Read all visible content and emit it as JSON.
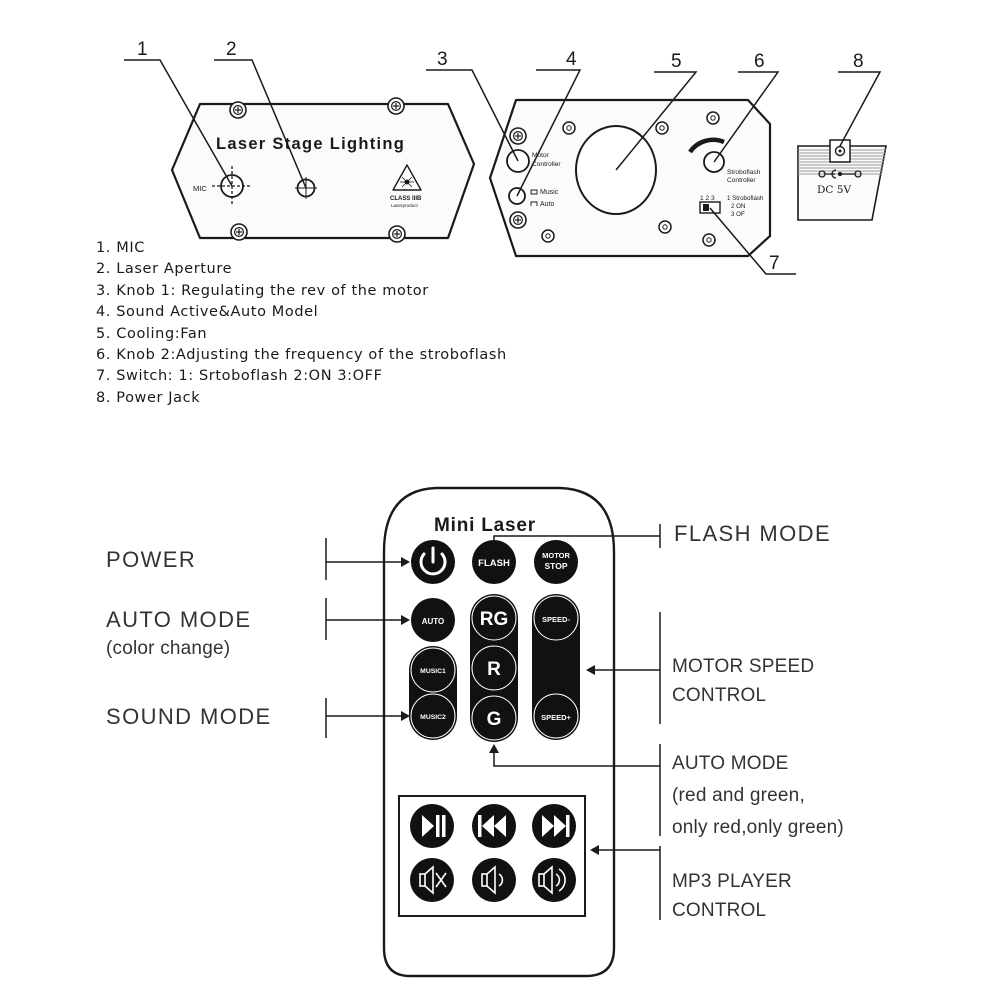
{
  "device": {
    "front_title": "Laser Stage Lighting",
    "mic_label": "MIC",
    "class_label": "CLASS IIIB",
    "laser_product_label": "Laserproduct",
    "motor_controller_label": [
      "Motor",
      "Controller"
    ],
    "music_label": "Music",
    "auto_label": "Auto",
    "strobo_controller_label": [
      "Stroboflash",
      "Controller"
    ],
    "switch_positions": "1  2  3",
    "switch_options": [
      "1 Stroboflash",
      "2 ON",
      "3 OF"
    ],
    "dc_label": "DC 5V",
    "callout_numbers": [
      "1",
      "2",
      "3",
      "4",
      "5",
      "6",
      "7",
      "8"
    ]
  },
  "legend": [
    "1. MIC",
    "2. Laser Aperture",
    "3. Knob 1: Regulating the rev of the motor",
    "4. Sound Active&Auto Model",
    "5. Cooling:Fan",
    "6. Knob 2:Adjusting the frequency of the stroboflash",
    "7. Switch:  1: Srtoboflash 2:ON 3:OFF",
    "8. Power Jack"
  ],
  "remote": {
    "title": "Mini Laser",
    "buttons": {
      "flash": "FLASH",
      "motor_stop": [
        "MOTOR",
        "STOP"
      ],
      "auto": "AUTO",
      "rg": "RG",
      "r": "R",
      "g": "G",
      "speed_minus": "SPEED-",
      "speed_plus": "SPEED+",
      "music1": "MUSIC1",
      "music2": "MUSIC2"
    },
    "mp3_icons": [
      "play-pause-icon",
      "previous-icon",
      "next-icon",
      "mute-icon",
      "volume-down-icon",
      "volume-up-icon"
    ]
  },
  "callouts": {
    "power": "POWER",
    "auto_mode": "AUTO  MODE",
    "auto_mode_sub": "(color change)",
    "sound_mode": "SOUND MODE",
    "flash_mode": "FLASH MODE",
    "motor_speed": [
      "MOTOR SPEED",
      "CONTROL"
    ],
    "auto_mode_rg": [
      "AUTO MODE",
      "(red and green,",
      "only red,only green)"
    ],
    "mp3": [
      "MP3 PLAYER",
      "CONTROL"
    ]
  },
  "colors": {
    "line": "#1a1a1a",
    "button": "#111111",
    "button_text": "#ffffff",
    "device_fill": "#fbfbfb",
    "shading": "#9a9a9a"
  }
}
